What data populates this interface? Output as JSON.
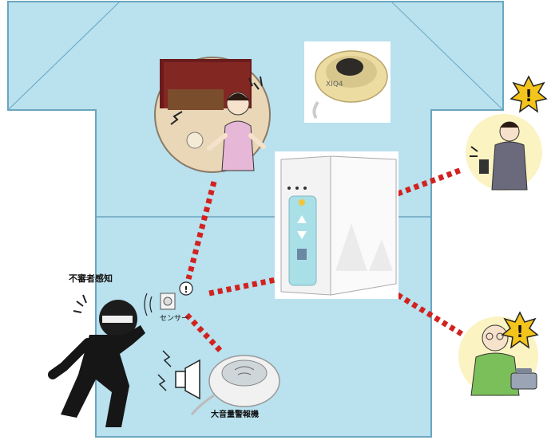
{
  "labels": {
    "intruder": "不審者感知",
    "sensor": "センサー",
    "alarm": "大音量警報機"
  },
  "colors": {
    "house_fill": "#b9e1ee",
    "house_stroke": "#6aa6bf",
    "signal_dash": "#d2221f",
    "alert_burst": "#f3c41b"
  },
  "icons": [
    "house-diagram",
    "alert-icon",
    "speaker-icon",
    "intruder-figure",
    "phone-icon"
  ]
}
